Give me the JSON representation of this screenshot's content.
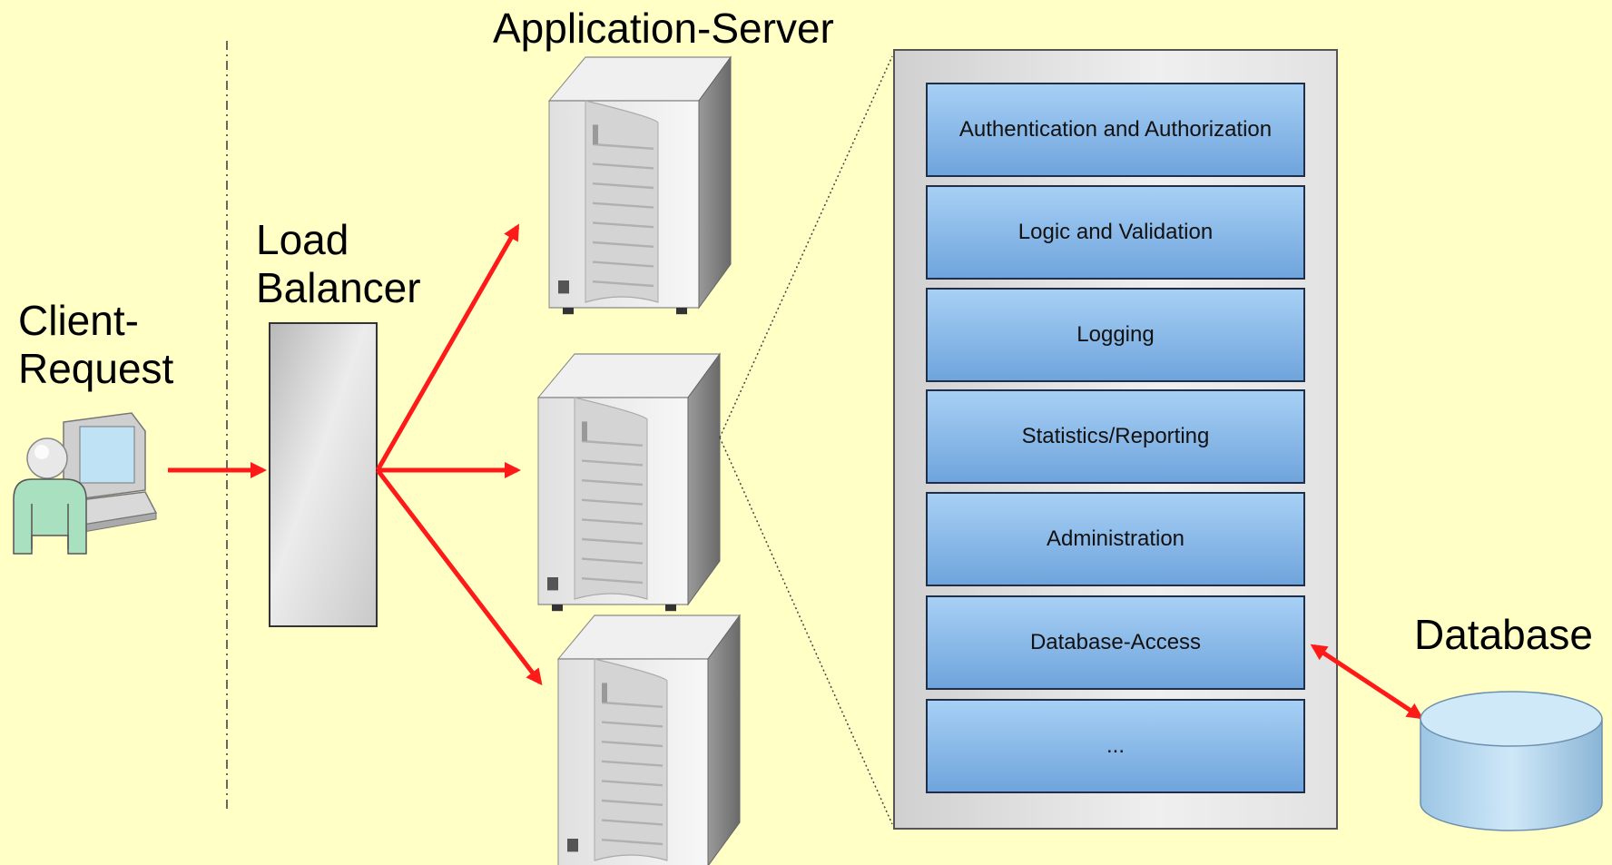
{
  "labels": {
    "client_request_line1": "Client-",
    "client_request_line2": "Request",
    "load_balancer_line1": "Load",
    "load_balancer_line2": "Balancer",
    "application_server": "Application-Server",
    "database": "Database"
  },
  "layers": [
    "Authentication and Authorization",
    "Logic and Validation",
    "Logging",
    "Statistics/Reporting",
    "Administration",
    "Database-Access",
    "..."
  ],
  "icons": {
    "client": "user-at-computer-icon",
    "server": "server-tower-icon",
    "database": "database-cylinder-icon"
  },
  "colors": {
    "background": "#ffffc6",
    "arrow": "#ff1a1a",
    "layer_fill_top": "#9cc8f2",
    "layer_fill_bottom": "#6fa6dc",
    "layer_border": "#1f2f4a",
    "database_fill": "#b9dcf2"
  }
}
